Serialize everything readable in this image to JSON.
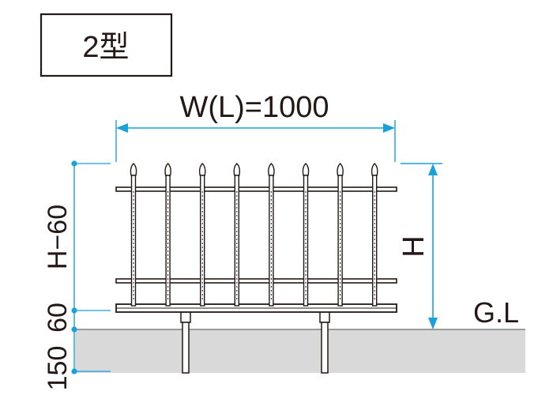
{
  "type_label": "2型",
  "width_label": "W(L)=1000",
  "height_label": "H",
  "ground_label": "G.L",
  "upper_dim_label": "H−60",
  "lower_dim_label": "60",
  "depth_dim_label": "150",
  "colors": {
    "line": "#231815",
    "dimension": "#1ba1d9",
    "ground": "#d9d9d9",
    "ground_edge": "#9a9a9a"
  }
}
